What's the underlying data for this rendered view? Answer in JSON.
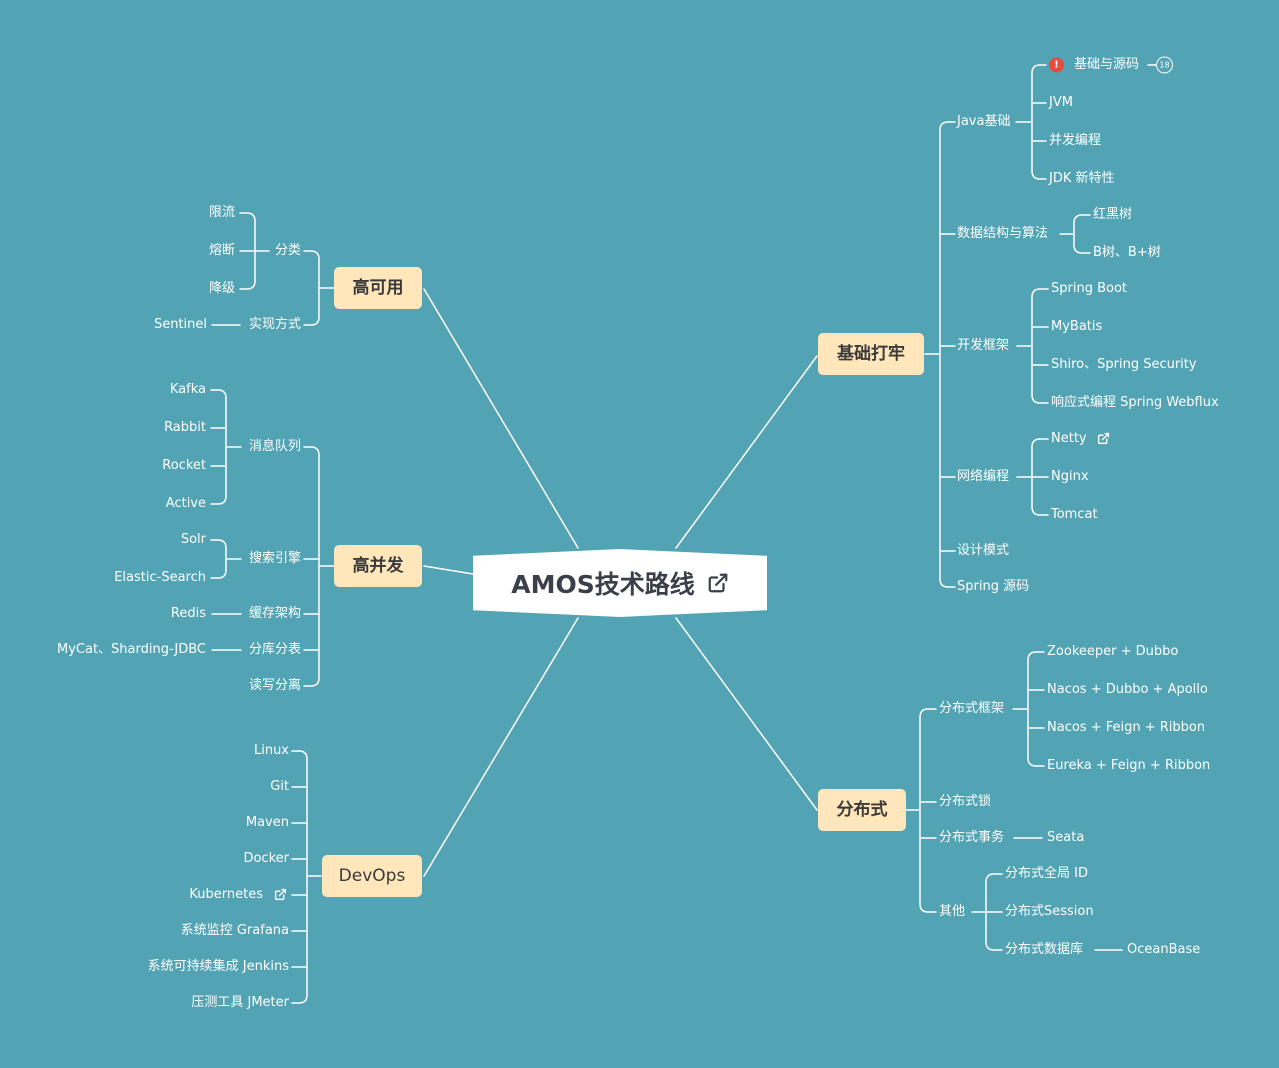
{
  "central": {
    "title": "AMOS技术路线"
  },
  "branches": {
    "basics": "基础打牢",
    "distributed": "分布式",
    "high_availability": "高可用",
    "high_concurrency": "高并发",
    "devops": "DevOps"
  },
  "basics": {
    "java": {
      "label": "Java基础",
      "items": [
        "基础与源码",
        "JVM",
        "并发编程",
        "JDK 新特性"
      ],
      "first_badge": "!",
      "first_count": "18"
    },
    "ds": {
      "label": "数据结构与算法",
      "items": [
        "红黑树",
        "B树、B+树"
      ]
    },
    "framework": {
      "label": "开发框架",
      "items": [
        "Spring Boot",
        "MyBatis",
        "Shiro、Spring Security",
        "响应式编程 Spring Webflux"
      ]
    },
    "network": {
      "label": "网络编程",
      "items": [
        "Netty",
        "Nginx",
        "Tomcat"
      ]
    },
    "design": "设计模式",
    "spring_src": "Spring 源码"
  },
  "distributed": {
    "framework": {
      "label": "分布式框架",
      "items": [
        "Zookeeper + Dubbo",
        "Nacos + Dubbo + Apollo",
        "Nacos + Feign + Ribbon",
        "Eureka + Feign + Ribbon"
      ]
    },
    "lock": "分布式锁",
    "transaction": {
      "label": "分布式事务",
      "item": "Seata"
    },
    "other": {
      "label": "其他",
      "items": [
        "分布式全局 ID",
        "分布式Session",
        "分布式数据库"
      ],
      "db_item": "OceanBase"
    }
  },
  "high_availability": {
    "category": {
      "label": "分类",
      "items": [
        "限流",
        "熔断",
        "降级"
      ]
    },
    "impl": {
      "label": "实现方式",
      "item": "Sentinel"
    }
  },
  "high_concurrency": {
    "mq": {
      "label": "消息队列",
      "items": [
        "Kafka",
        "Rabbit",
        "Rocket",
        "Active"
      ]
    },
    "search": {
      "label": "搜索引擎",
      "items": [
        "Solr",
        "Elastic-Search"
      ]
    },
    "cache": {
      "label": "缓存架构",
      "item": "Redis"
    },
    "sharding": {
      "label": "分库分表",
      "item": "MyCat、Sharding-JDBC"
    },
    "rw": "读写分离"
  },
  "devops": {
    "items": [
      "Linux",
      "Git",
      "Maven",
      "Docker",
      "Kubernetes",
      "系统监控 Grafana",
      "系统可持续集成 Jenkins",
      "压测工具 JMeter"
    ]
  },
  "colors": {
    "background": "#52a3b4",
    "branch_fill": "#ffe6bb",
    "line": "#ffffff",
    "warning": "#e84a3c"
  },
  "icons": [
    "external-link-icon",
    "warning-icon"
  ]
}
